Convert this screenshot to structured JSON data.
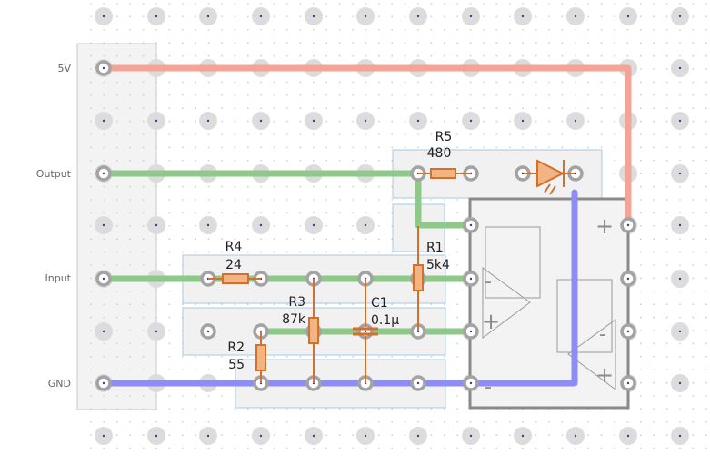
{
  "rails": [
    {
      "id": "5v",
      "label": "5V"
    },
    {
      "id": "output",
      "label": "Output"
    },
    {
      "id": "input",
      "label": "Input"
    },
    {
      "id": "gnd",
      "label": "GND"
    }
  ],
  "components": {
    "r5": {
      "ref": "R5",
      "value": "480"
    },
    "r4": {
      "ref": "R4",
      "value": "24"
    },
    "r1": {
      "ref": "R1",
      "value": "5k4"
    },
    "r3": {
      "ref": "R3",
      "value": "87k"
    },
    "c1": {
      "ref": "C1",
      "value": "0.1µ"
    },
    "r2": {
      "ref": "R2",
      "value": "55"
    }
  },
  "opamps": {
    "u1a": {
      "plus": "+",
      "minus": "-"
    },
    "u1b": {
      "plus": "+",
      "minus": "-"
    }
  },
  "chip": {
    "vcc_mark": "+",
    "gnd_mark": "-"
  },
  "colors": {
    "wire_5v": "#f4a497",
    "wire_signal": "#8fc98a",
    "wire_gnd": "#8d8df5",
    "component": "#d2702c",
    "component_fill": "#f2b483",
    "pad_ring": "#a3a3a3",
    "chip_outline": "#8a8a8a"
  },
  "icons": {
    "led": "led-icon",
    "capacitor": "capacitor-icon",
    "resistor": "resistor-icon"
  }
}
